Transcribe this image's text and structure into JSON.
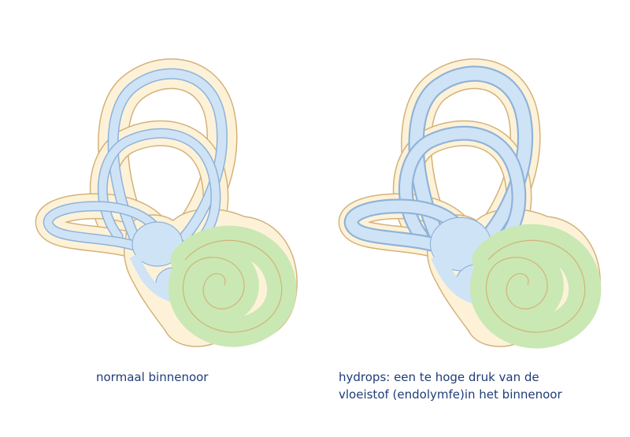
{
  "panels": [
    {
      "id": "normal",
      "caption": "normaal binnenoor",
      "membrane_scale": 1.0
    },
    {
      "id": "hydrops",
      "caption_lines": [
        "hydrops: een te hoge druk van de",
        "vloeistof (endolymfe)in het binnenoor"
      ],
      "membrane_scale": 1.45
    }
  ],
  "colors": {
    "bone_fill": "#fdf2d8",
    "bone_stroke": "#d3b27a",
    "endolymph_fill": "#cfe3f6",
    "endolymph_stroke": "#8fb3d9",
    "cochlea_fill": "#c9e8b4",
    "cochlea_stroke": "#9fcc88",
    "caption_text": "#1f3c78"
  }
}
